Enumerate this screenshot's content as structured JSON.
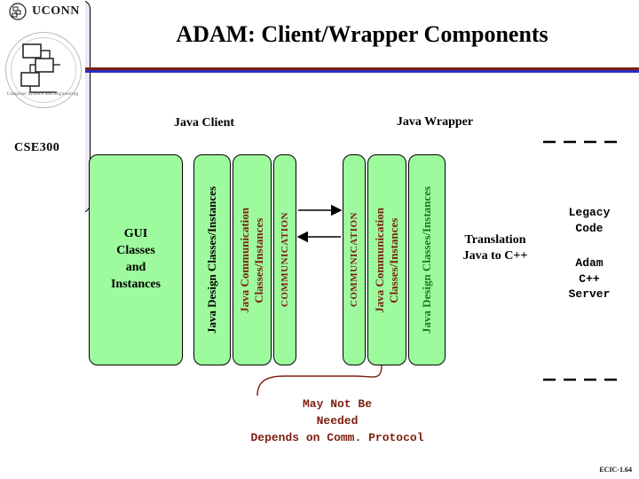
{
  "brand": {
    "name": "UCONN",
    "seal_caption": "Computer Science and Engineering"
  },
  "header": {
    "title": "ADAM: Client/Wrapper Components"
  },
  "labels": {
    "java_client": "Java Client",
    "java_wrapper": "Java Wrapper",
    "course": "CSE300"
  },
  "diagram": {
    "type": "block-flow",
    "client_blocks": [
      {
        "id": "gui",
        "label": "GUI\nClasses\nand\nInstances",
        "orientation": "horizontal",
        "fill": "#9dfb9d",
        "text_color": "#000000"
      },
      {
        "id": "java-design-classes-left",
        "label": "Java Design Classes/Instances",
        "orientation": "vertical",
        "fill": "#9dfb9d",
        "text_color": "#000000"
      },
      {
        "id": "java-communication-classes-left",
        "label": "Java Communication Classes/Instances",
        "orientation": "vertical",
        "fill": "#9dfb9d",
        "text_color": "#7b1f10"
      },
      {
        "id": "communication-left",
        "label": "COMMUNICATION",
        "orientation": "vertical",
        "fill": "#9dfb9d",
        "text_color": "#7b1f10"
      }
    ],
    "wrapper_blocks": [
      {
        "id": "communication-right",
        "label": "COMMUNICATION",
        "orientation": "vertical",
        "fill": "#9dfb9d",
        "text_color": "#7b1f10"
      },
      {
        "id": "java-communication-classes-right",
        "label": "Java Communication Classes/Instances",
        "orientation": "vertical",
        "fill": "#9dfb9d",
        "text_color": "#7b1f10"
      },
      {
        "id": "java-design-classes-right",
        "label": "Java Design Classes/Instances",
        "orientation": "vertical",
        "fill": "#9dfb9d",
        "text_color": "#1a7a1a"
      },
      {
        "id": "translation",
        "label": "Translation\nJava to C++",
        "orientation": "horizontal",
        "fill": "noise",
        "text_color": "#000000"
      }
    ],
    "right_side": {
      "legacy_code": "Legacy\nCode",
      "server": "Adam\nC++\nServer"
    },
    "note": "May Not Be\nNeeded\nDepends on Comm. Protocol",
    "note_color": "#7b1f10"
  },
  "footer": {
    "slide_id": "ECIC-1.64"
  }
}
